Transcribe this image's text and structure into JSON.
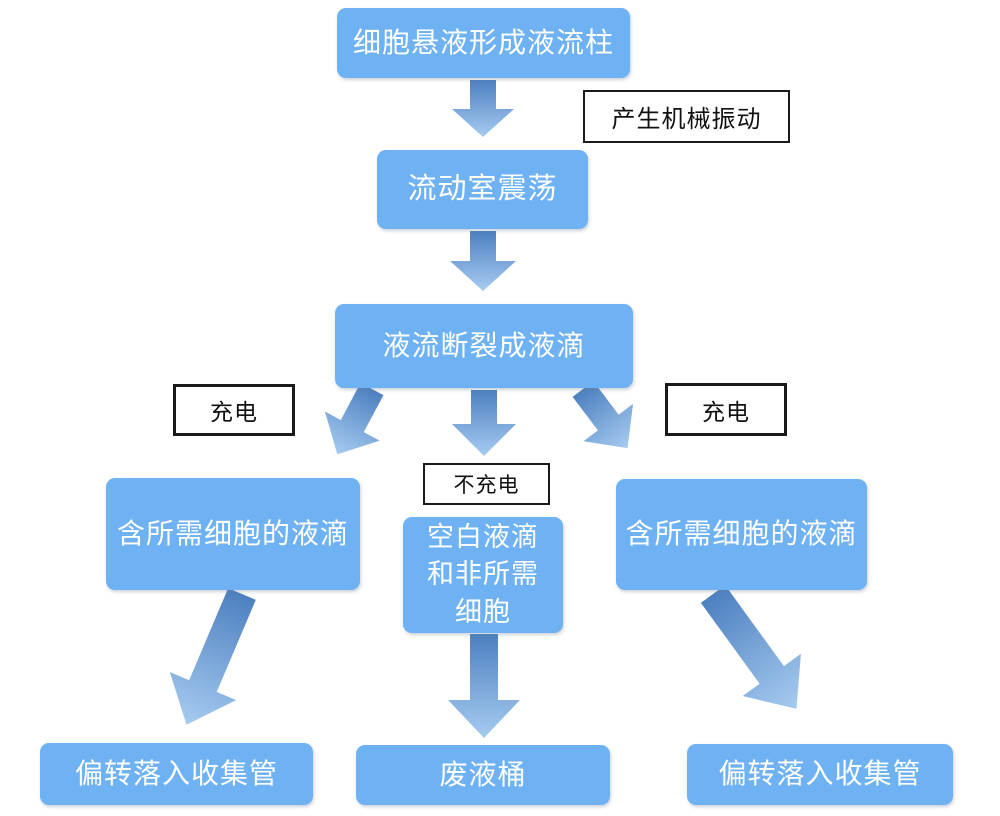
{
  "flowchart": {
    "nodes": {
      "step1": "细胞悬液形成液流柱",
      "step2": "流动室震荡",
      "step3": "液流断裂成液滴",
      "left_droplet": "含所需细胞的液滴",
      "center_droplet": "空白液滴和非所需细胞",
      "right_droplet": "含所需细胞的液滴",
      "left_collect": "偏转落入收集管",
      "waste": "废液桶",
      "right_collect": "偏转落入收集管"
    },
    "annotations": {
      "vibration": "产生机械振动",
      "charge_left": "充电",
      "no_charge": "不充电",
      "charge_right": "充电"
    },
    "colors": {
      "node_fill": "#6FB2F3",
      "node_text": "#FFFFFF",
      "arrow_start": "#4D80C0",
      "arrow_end": "#A6CBF0",
      "annotation_border": "#1A1A1A",
      "annotation_text": "#111111",
      "background": "#FFFFFF"
    }
  }
}
